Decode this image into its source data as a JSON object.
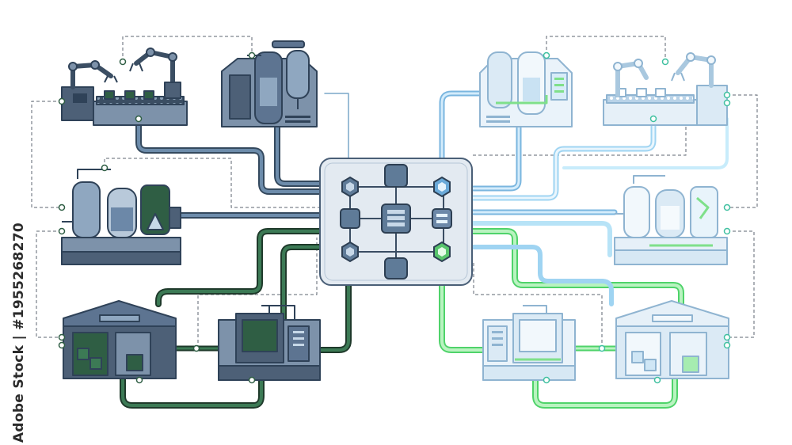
{
  "watermark": {
    "text": "Adobe Stock | #1955268270"
  },
  "palette": {
    "dark_fill": "#5d7491",
    "dark_stroke": "#2f4258",
    "dark_pipe": "#4a6a86",
    "dark_green": "#2f5e44",
    "light_fill": "#e3eef7",
    "light_stroke": "#8fb4d1",
    "light_pipe": "#8ec4e8",
    "light_green": "#7fe08a",
    "hub_fill": "#e6ecf2",
    "node_fill": "#6c88a8"
  },
  "hub": {
    "icon": "central-controller-hub"
  },
  "machines": [
    {
      "name": "robot-arm-conveyor",
      "theme": "dark"
    },
    {
      "name": "bioreactor-tanks",
      "theme": "dark"
    },
    {
      "name": "chemical-processing-plant",
      "theme": "dark"
    },
    {
      "name": "warehouse",
      "theme": "dark"
    },
    {
      "name": "packaging-machine",
      "theme": "dark"
    },
    {
      "name": "robot-arm-conveyor",
      "theme": "light"
    },
    {
      "name": "bioreactor-tanks",
      "theme": "light"
    },
    {
      "name": "chemical-processing-plant",
      "theme": "light"
    },
    {
      "name": "warehouse",
      "theme": "light"
    },
    {
      "name": "packaging-machine",
      "theme": "light"
    }
  ]
}
